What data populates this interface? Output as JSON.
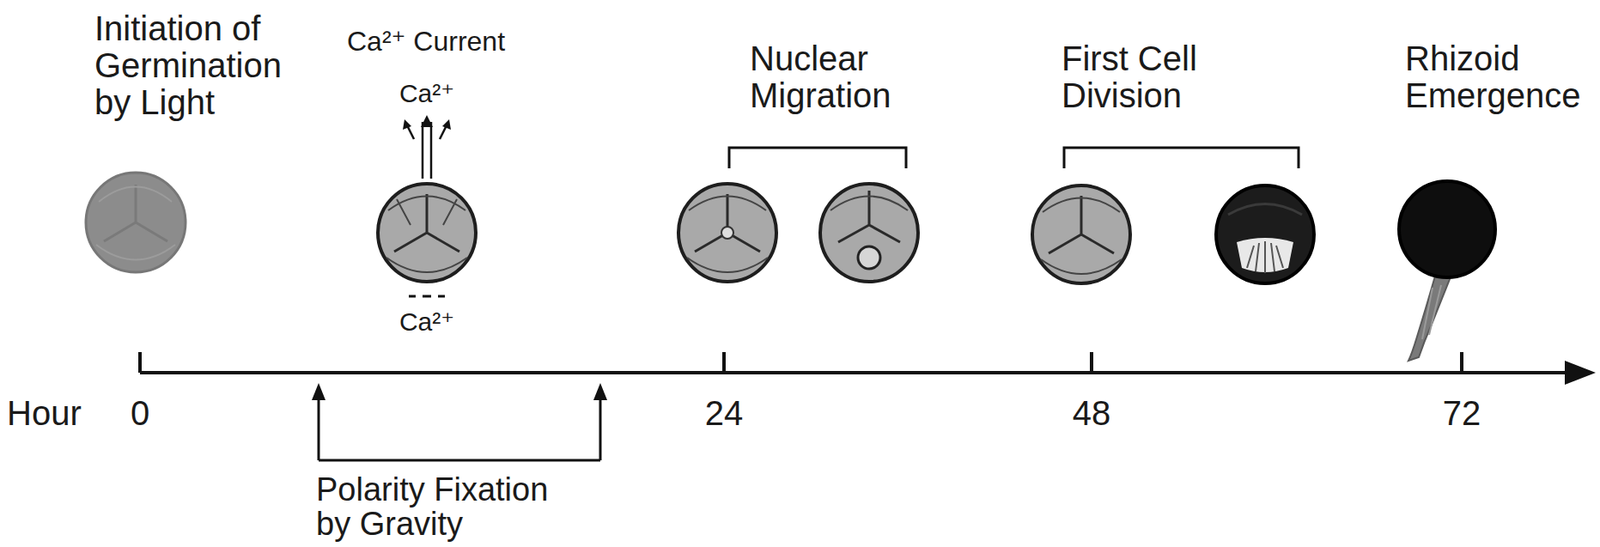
{
  "diagram": {
    "labels": [
      "Initiation of Germination by Light",
      "Ca²⁺ Current",
      "Ca²⁺",
      "Nuclear Migration",
      "First Cell Division",
      "Rhizoid Emergence",
      "Ca²⁺",
      "Hour",
      "0",
      "24",
      "48",
      "72",
      "Polarity Fixation by Gravity"
    ]
  }
}
